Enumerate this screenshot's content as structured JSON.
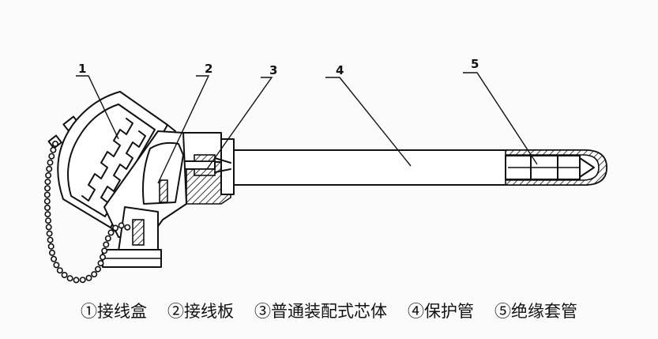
{
  "callouts": [
    {
      "num": "1"
    },
    {
      "num": "2"
    },
    {
      "num": "3"
    },
    {
      "num": "4"
    },
    {
      "num": "5"
    }
  ],
  "legend": [
    {
      "text": "①接线盒"
    },
    {
      "text": "②接线板"
    },
    {
      "text": "③普通装配式芯体"
    },
    {
      "text": "④保护管"
    },
    {
      "text": "⑤绝缘套管"
    }
  ]
}
